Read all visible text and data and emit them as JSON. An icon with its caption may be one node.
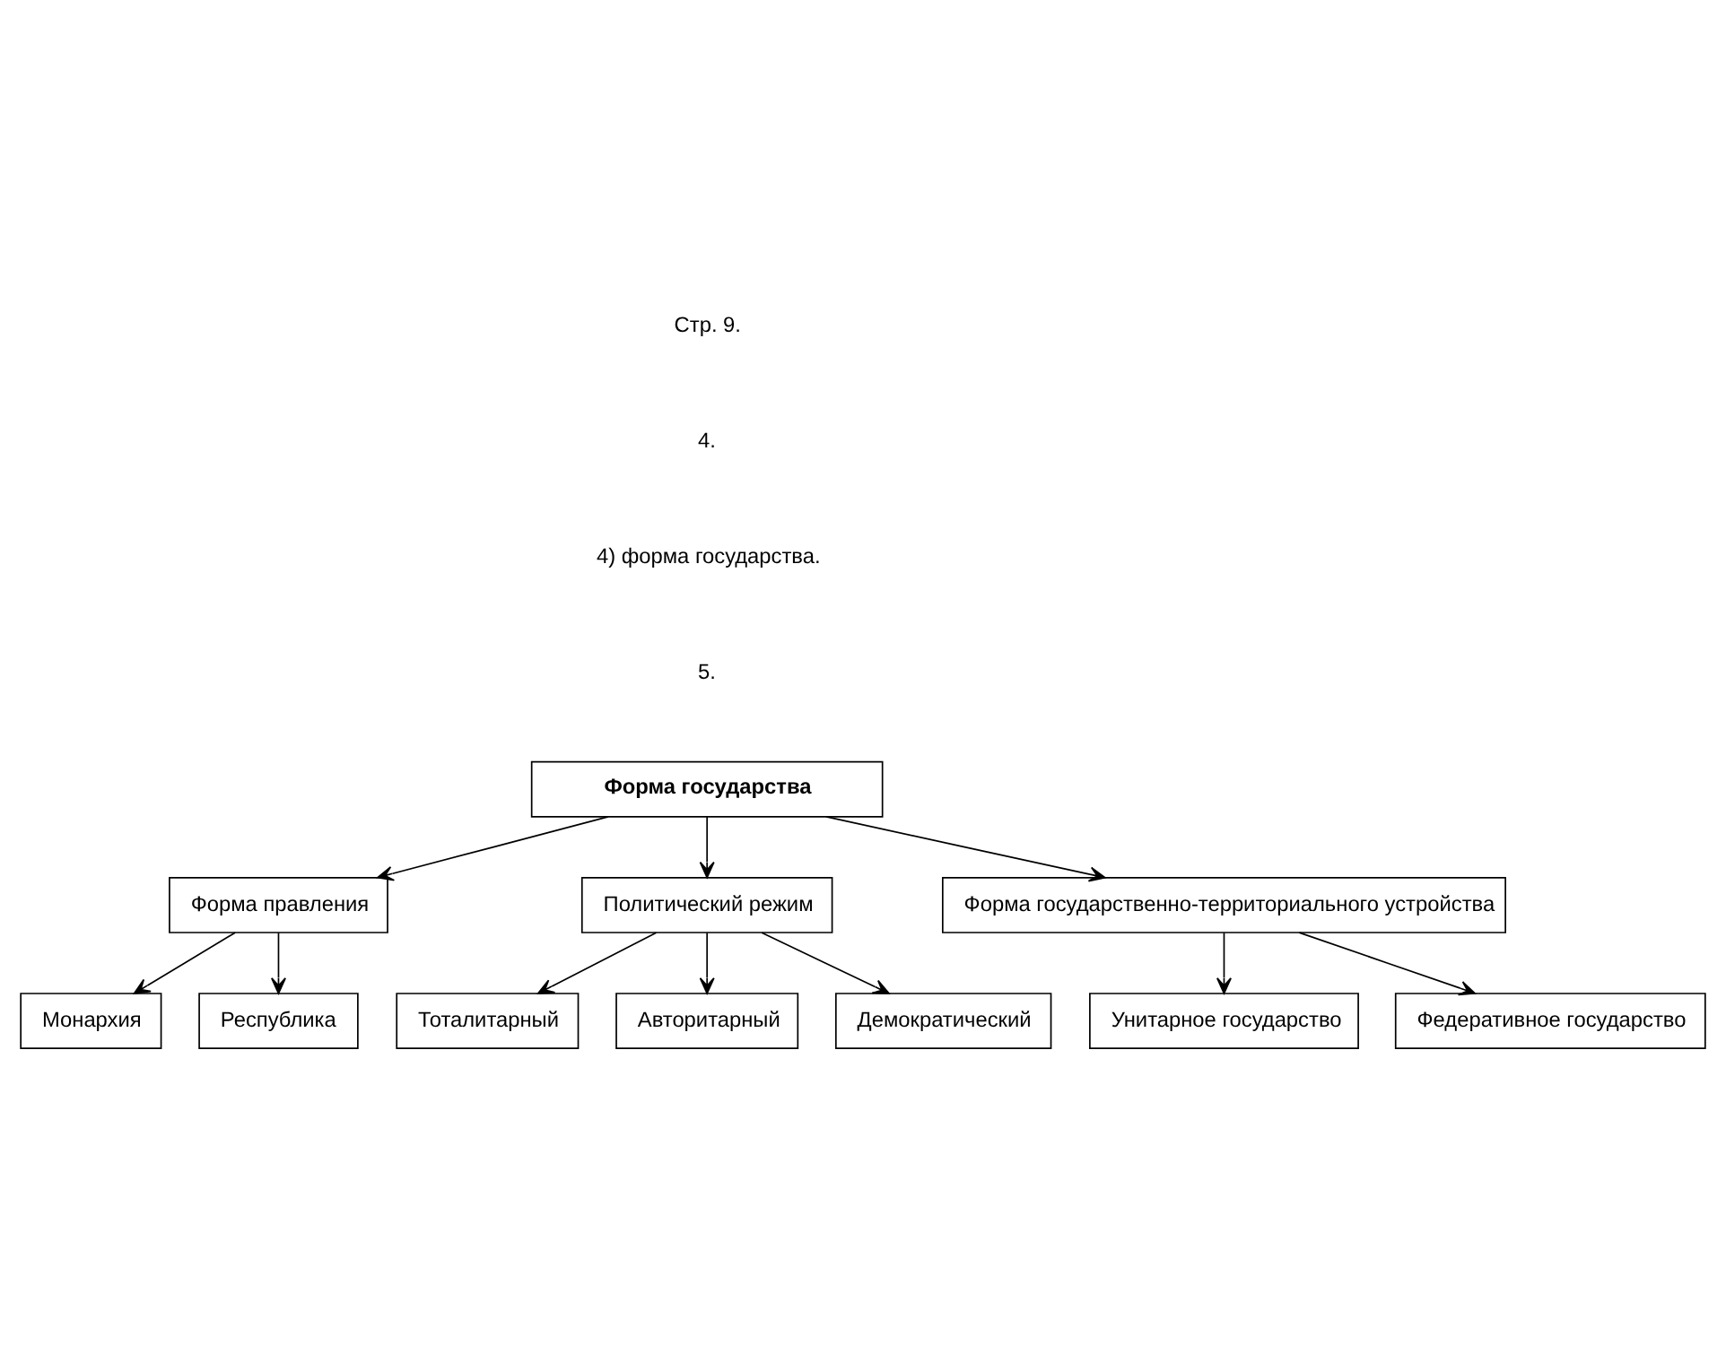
{
  "diagram": {
    "nodes": [
      {
        "text": [
          "Форма государства"
        ]
      },
      {
        "text": [
          "Форма правления"
        ]
      },
      {
        "text": [
          "Политический режим"
        ]
      },
      {
        "text": [
          "Форма государственно-территориального устройства"
        ]
      },
      {
        "text": [
          "Монархия"
        ]
      },
      {
        "text": [
          "Республика"
        ]
      },
      {
        "text": [
          "Тоталитарный"
        ]
      },
      {
        "text": [
          "Авторитарный"
        ]
      },
      {
        "text": [
          "Демократический"
        ]
      },
      {
        "text": [
          "Унитарное государство"
        ]
      },
      {
        "text": [
          "Федеративное государство"
        ]
      }
    ],
    "edges": [
      {
        "from": 0,
        "to": 1,
        "arrow": "to"
      },
      {
        "from": 0,
        "to": 2,
        "arrow": "to"
      },
      {
        "from": 0,
        "to": 3,
        "arrow": "to"
      },
      {
        "from": 1,
        "to": 4,
        "arrow": "to"
      },
      {
        "from": 1,
        "to": 5,
        "arrow": "to"
      },
      {
        "from": 2,
        "to": 6,
        "arrow": "to"
      },
      {
        "from": 2,
        "to": 7,
        "arrow": "to"
      },
      {
        "from": 2,
        "to": 8,
        "arrow": "to"
      },
      {
        "from": 3,
        "to": 9,
        "arrow": "to"
      },
      {
        "from": 3,
        "to": 10,
        "arrow": "to"
      }
    ],
    "labels": [
      "Стр. 9.",
      "4.",
      "4) форма государства.",
      "5."
    ]
  }
}
